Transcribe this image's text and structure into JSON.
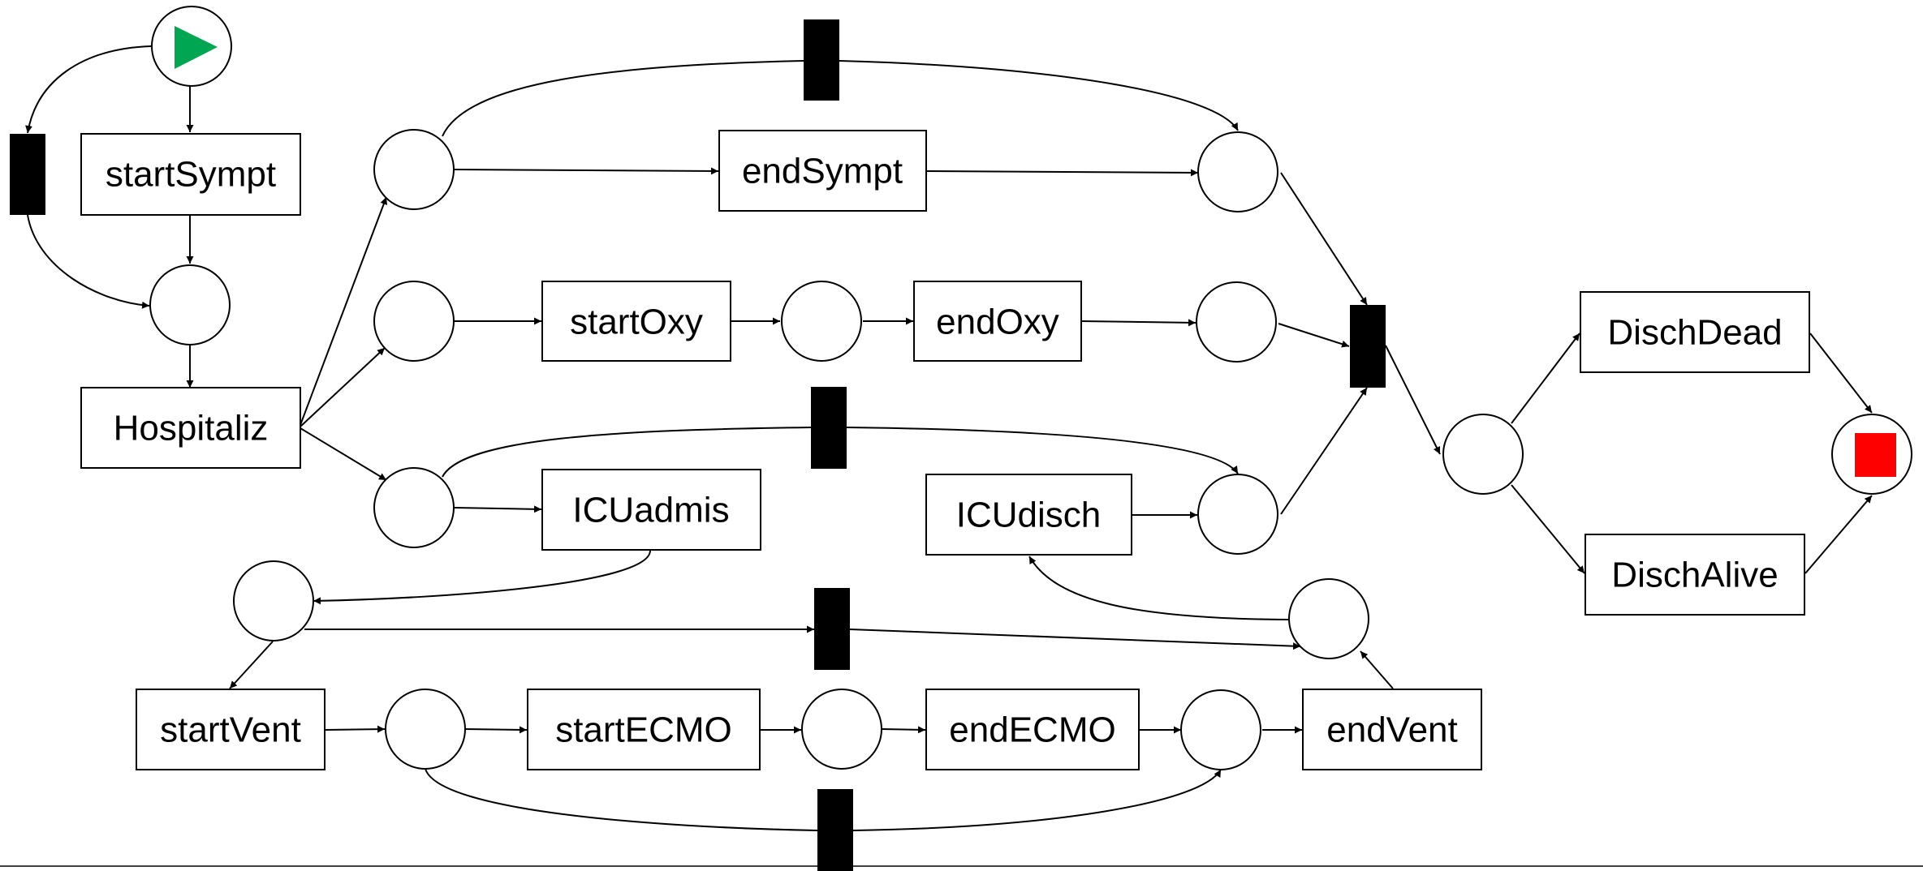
{
  "diagram": {
    "type": "petri-net",
    "transitions": {
      "start_sympt": "startSympt",
      "hospitaliz": "Hospitaliz",
      "end_sympt": "endSympt",
      "start_oxy": "startOxy",
      "end_oxy": "endOxy",
      "icu_admis": "ICUadmis",
      "icu_disch": "ICUdisch",
      "disch_dead": "DischDead",
      "disch_alive": "DischAlive",
      "start_vent": "startVent",
      "start_ecmo": "startECMO",
      "end_ecmo": "endECMO",
      "end_vent": "endVent"
    },
    "colors": {
      "start_marker": "#00a651",
      "end_marker": "#ff0000",
      "stroke": "#000000",
      "silent_transition": "#000000"
    },
    "icons": {
      "start": "play-triangle-icon",
      "end": "stop-square-icon"
    }
  }
}
